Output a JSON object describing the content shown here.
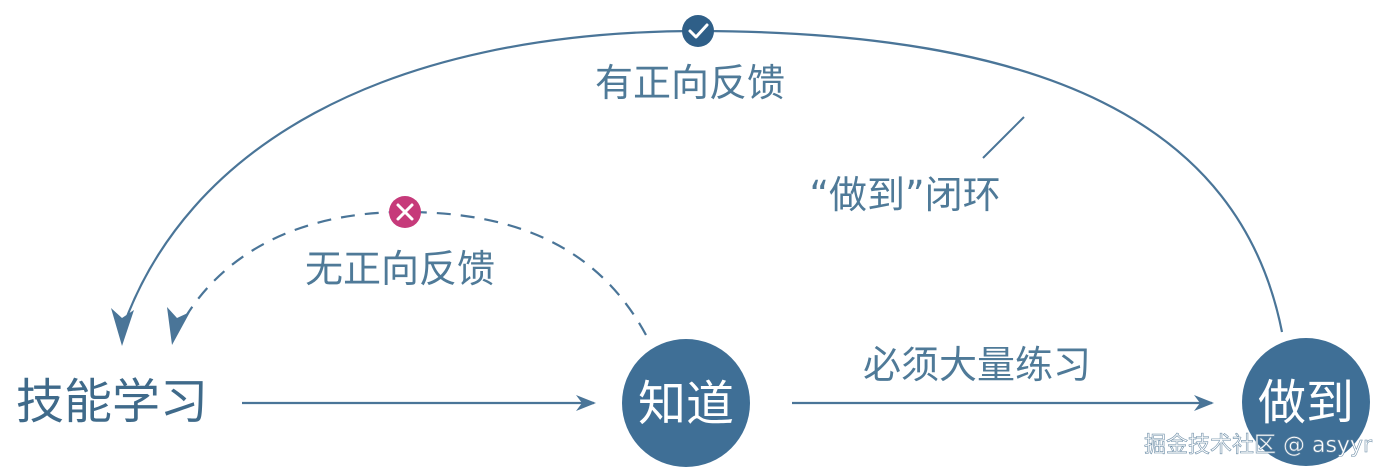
{
  "colors": {
    "primary": "#3f6f96",
    "line": "#4a7598",
    "text": "#4f7a98",
    "success": "#2f5f88",
    "error": "#c63a7a",
    "white": "#ffffff"
  },
  "nodes": {
    "start": "技能学习",
    "middle": "知道",
    "end": "做到"
  },
  "labels": {
    "positive_feedback": "有正向反馈",
    "no_positive_feedback": "无正向反馈",
    "must_practice": "必须大量练习",
    "closed_loop": "“做到”闭环"
  },
  "icons": {
    "check": "check-icon",
    "cross": "cross-icon"
  },
  "watermark": "掘金技术社区 @ asyyr"
}
